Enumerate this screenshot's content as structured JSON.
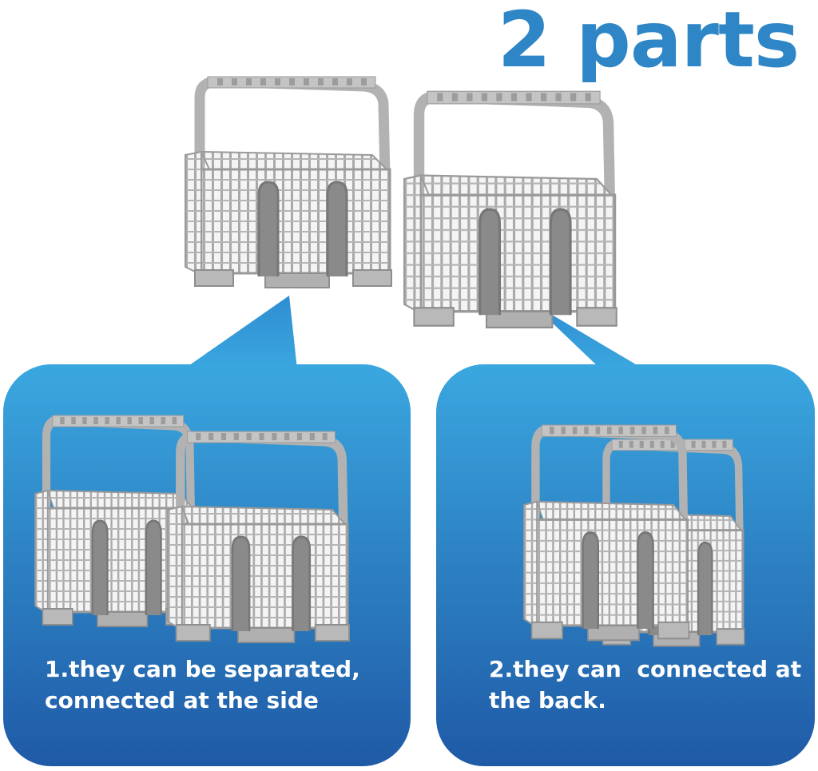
{
  "headline": "2 parts",
  "panels": [
    {
      "caption_line1": "1.they can be separated,",
      "caption_line2": "connected at the side"
    },
    {
      "caption_line1": "2.they can  connected at",
      "caption_line2": "the back."
    }
  ],
  "colors": {
    "accent_blue": "#2f86c6",
    "panel_top": "#3aa7df",
    "panel_bottom": "#1f5aa6",
    "basket_gray": "#bcbcbc",
    "basket_dark": "#8f8f8f"
  },
  "icons": [
    "cutlery-basket-image"
  ]
}
